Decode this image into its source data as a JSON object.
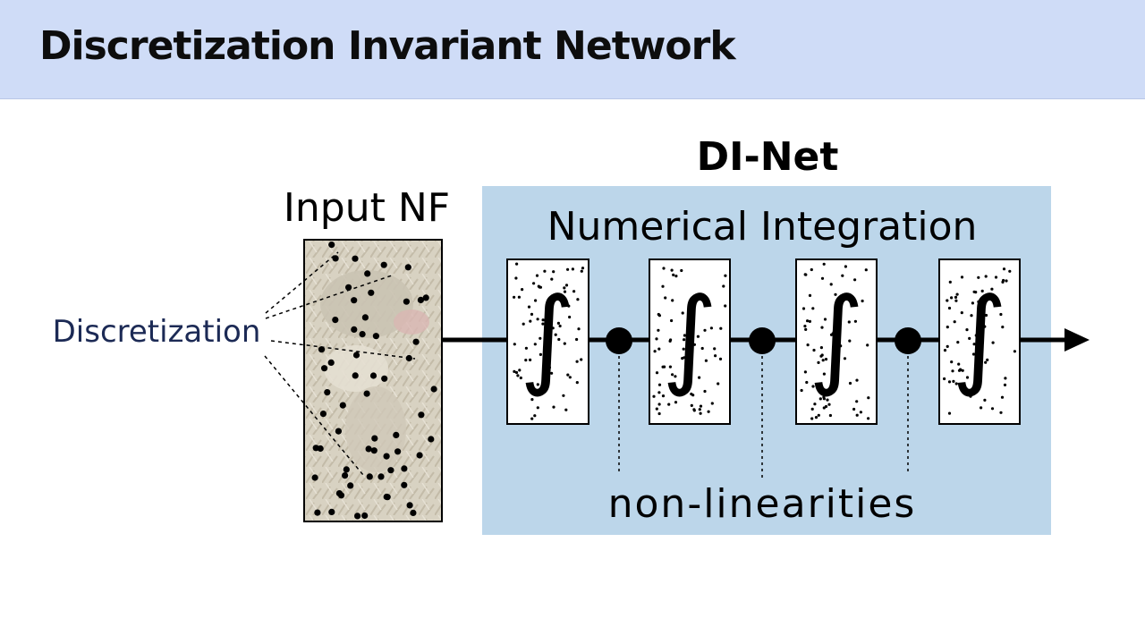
{
  "slide": {
    "title": "Discretization Invariant Network"
  },
  "diagram": {
    "net_title": "DI-Net",
    "input_label": "Input NF",
    "discretization_label": "Discretization",
    "integration_label": "Numerical Integration",
    "nonlinearity_label": "non-linearities",
    "integral_symbol": "∫",
    "colors": {
      "title_bar": "#cfdcf7",
      "net_panel": "#bcd6ea",
      "discretization_text": "#1c2a55",
      "edge": "#000000"
    },
    "integration_block_count": 4,
    "nonlinearity_count": 3
  }
}
